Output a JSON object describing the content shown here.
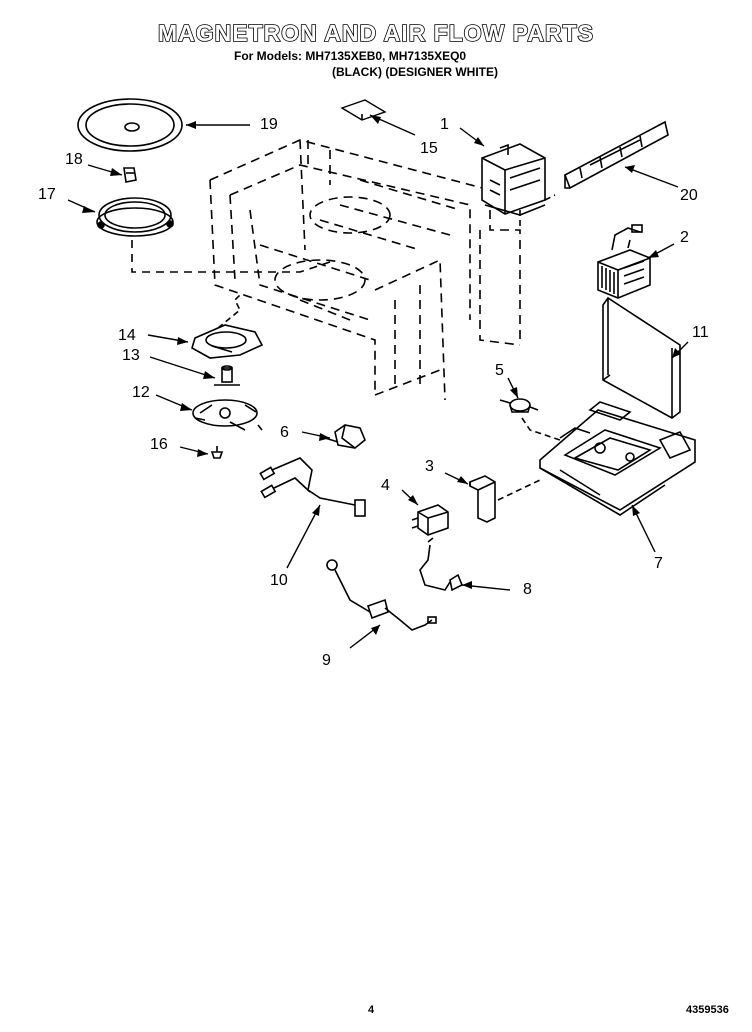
{
  "header": {
    "title": "MAGNETRON AND AIR FLOW PARTS",
    "models_line": "For Models: MH7135XEB0, MH7135XEQ0",
    "colors_line": "(BLACK) (DESIGNER WHITE)"
  },
  "callouts": [
    "1",
    "2",
    "3",
    "4",
    "5",
    "6",
    "7",
    "8",
    "9",
    "10",
    "11",
    "12",
    "13",
    "14",
    "15",
    "16",
    "17",
    "18",
    "19",
    "20"
  ],
  "footer": {
    "page_number": "4",
    "doc_number": "4359536"
  }
}
